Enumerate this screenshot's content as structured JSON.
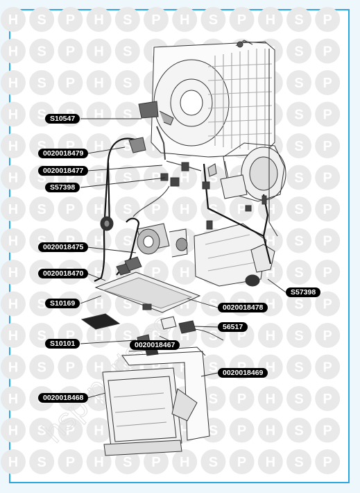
{
  "watermark": {
    "letters": [
      "H",
      "S",
      "P"
    ],
    "text": "HSP",
    "diagonal_text": "hsp-parts.co",
    "color": "#e9e9e9",
    "accent": "#e2272d"
  },
  "diagram": {
    "labels": [
      {
        "id": "S10547",
        "text": "S10547"
      },
      {
        "id": "0020018479",
        "text": "0020018479"
      },
      {
        "id": "0020018477",
        "text": "0020018477"
      },
      {
        "id": "S57398a",
        "text": "S57398"
      },
      {
        "id": "0020018475",
        "text": "0020018475"
      },
      {
        "id": "0020018470",
        "text": "0020018470"
      },
      {
        "id": "S10169",
        "text": "S10169"
      },
      {
        "id": "S10101",
        "text": "S10101"
      },
      {
        "id": "0020018468",
        "text": "0020018468"
      },
      {
        "id": "S57398b",
        "text": "S57398"
      },
      {
        "id": "0020018478",
        "text": "0020018478"
      },
      {
        "id": "56517",
        "text": "56517"
      },
      {
        "id": "0020018467",
        "text": "0020018467"
      },
      {
        "id": "0020018469",
        "text": "0020018469"
      }
    ]
  }
}
